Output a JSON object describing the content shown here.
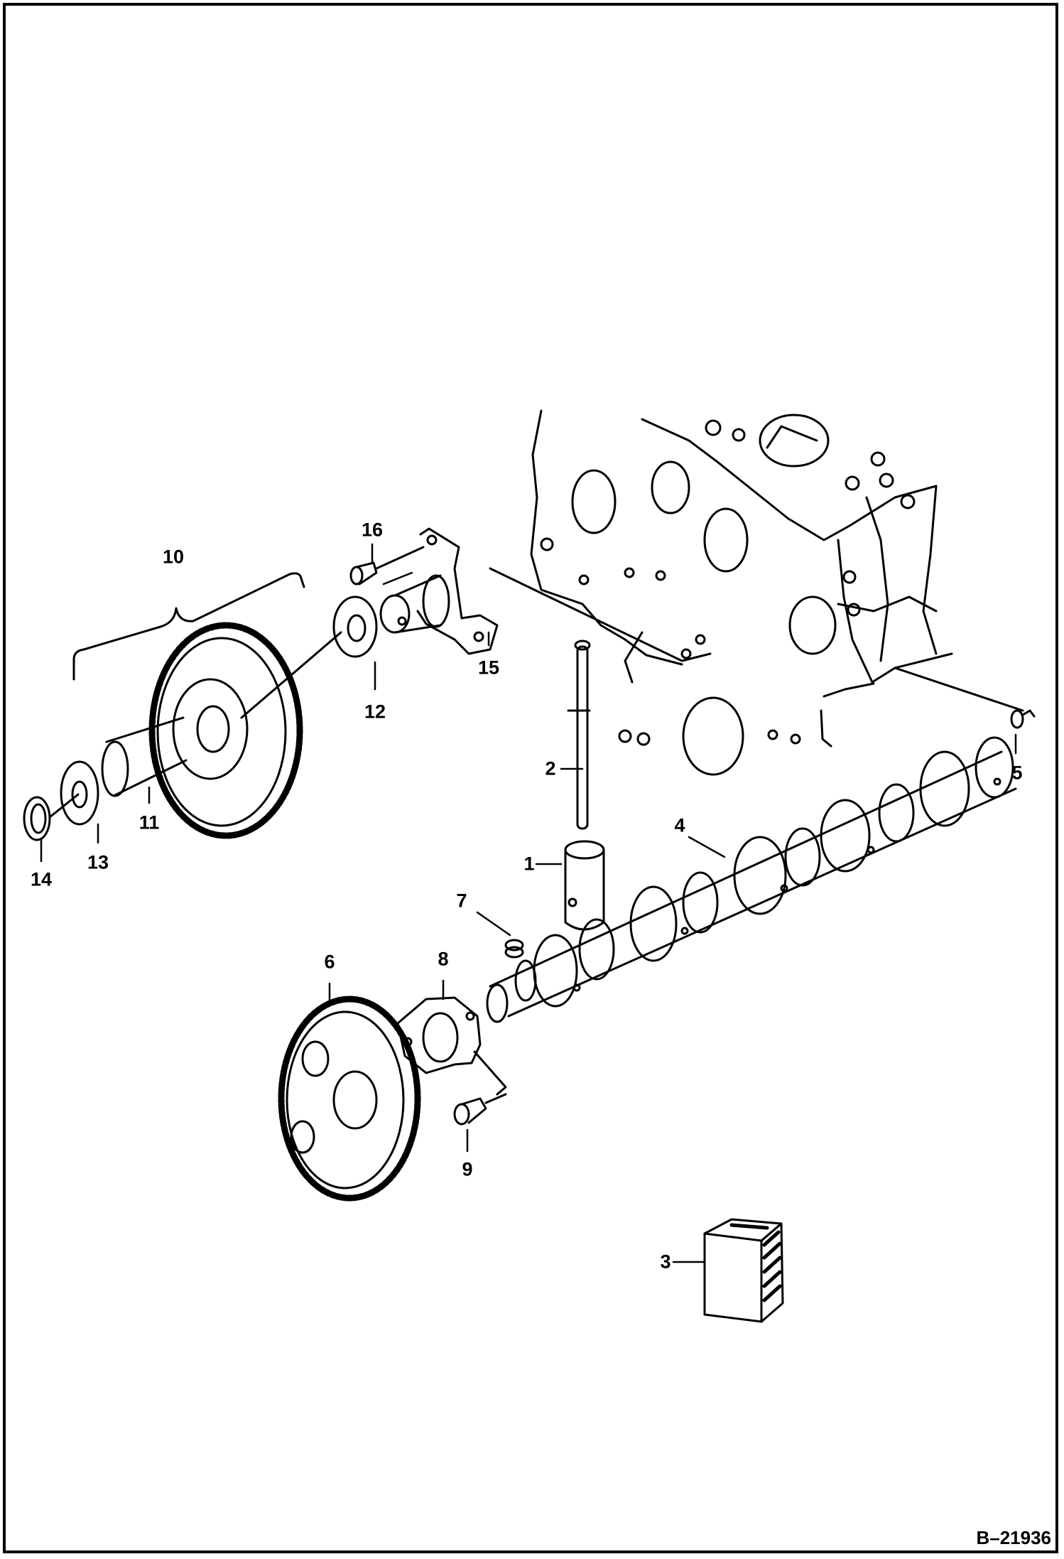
{
  "diagram": {
    "reference": "B–21936",
    "callouts": [
      "1",
      "2",
      "3",
      "4",
      "5",
      "6",
      "7",
      "8",
      "9",
      "10",
      "11",
      "12",
      "13",
      "14",
      "15",
      "16"
    ]
  }
}
